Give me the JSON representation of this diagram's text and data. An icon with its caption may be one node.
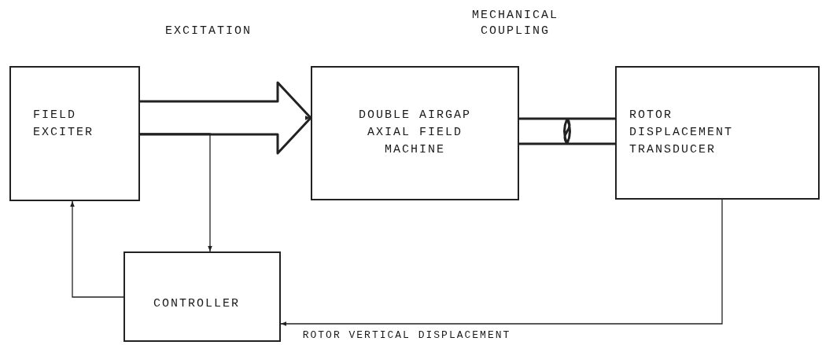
{
  "diagram": {
    "nodes": [
      {
        "text": [
          "FIELD EXCITER"
        ]
      },
      {
        "text": [
          "DOUBLE AIRGAP AXIAL FIELD MACHINE"
        ]
      },
      {
        "text": [
          "ROTOR DISPLACEMENT TRANSDUCER"
        ]
      },
      {
        "text": [
          "CONTROLLER"
        ]
      }
    ],
    "edges": [
      {
        "from": 0,
        "to": 1,
        "arrow": "to",
        "style": "thick"
      },
      {
        "from": 0,
        "to": 3,
        "arrow": "to"
      },
      {
        "from": 3,
        "to": 0,
        "arrow": "to"
      },
      {
        "from": 1,
        "to": 2,
        "arrow": "none",
        "style": "thick"
      },
      {
        "from": 2,
        "to": 3,
        "arrow": "to",
        "label": "ROTOR VERTICAL DISPLACEMENT"
      }
    ],
    "labels": [
      "EXCITATION",
      "MECHANICAL COUPLING"
    ]
  }
}
